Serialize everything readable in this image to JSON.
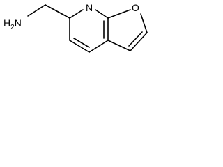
{
  "molecule": {
    "atoms": {
      "amine": {
        "main": "H",
        "sub": "2",
        "tail": "N"
      },
      "pyridine_nitrogen": "N",
      "furan_oxygen": "O"
    }
  }
}
